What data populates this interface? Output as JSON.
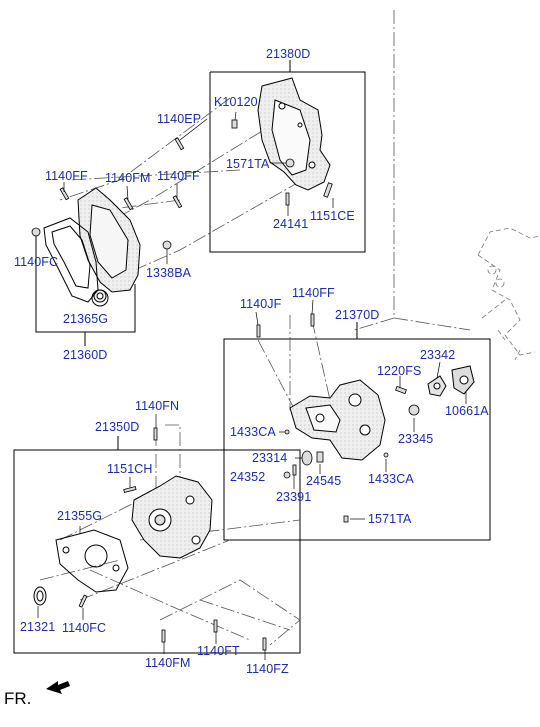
{
  "labels": {
    "l21380D": "21380D",
    "lK10120": "K10120",
    "l1140EP": "1140EP",
    "l1571TA_top": "1571TA",
    "l1140FF_a": "1140FF",
    "l1140FM_a": "1140FM",
    "l1140FF_b": "1140FF",
    "l24141": "24141",
    "l1151CE": "1151CE",
    "l1140FC_a": "1140FC",
    "l1338BA": "1338BA",
    "l21365G": "21365G",
    "l21360D": "21360D",
    "l1140JF": "1140JF",
    "l1140FF_c": "1140FF",
    "l21370D": "21370D",
    "l23342": "23342",
    "l1220FS": "1220FS",
    "l10661A": "10661A",
    "l1433CA_a": "1433CA",
    "l23345": "23345",
    "l23314": "23314",
    "l24352": "24352",
    "l24545": "24545",
    "l1433CA_b": "1433CA",
    "l23391": "23391",
    "l1571TA_b": "1571TA",
    "l1140FN": "1140FN",
    "l21350D": "21350D",
    "l1151CH": "1151CH",
    "l21355G": "21355G",
    "l21321": "21321",
    "l1140FC_b": "1140FC",
    "l1140FM_b": "1140FM",
    "l1140FT": "1140FT",
    "l1140FZ": "1140FZ"
  },
  "fr_label": "FR.",
  "colors": {
    "label": "#1a2ea8",
    "line": "#000000",
    "part_fill": "#e6e6e6"
  }
}
